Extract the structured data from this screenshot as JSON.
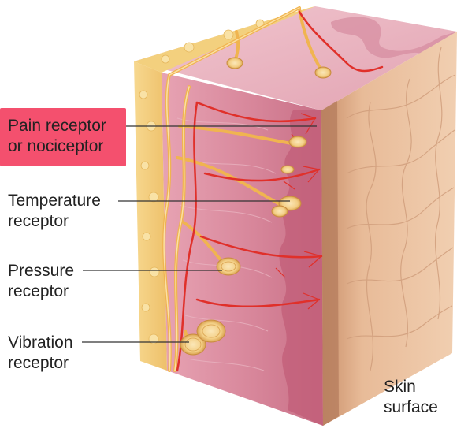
{
  "diagram": {
    "labels": {
      "pain": [
        "Pain receptor",
        "or nociceptor"
      ],
      "temperature": [
        "Temperature",
        "receptor"
      ],
      "pressure": [
        "Pressure",
        "receptor"
      ],
      "vibration": [
        "Vibration",
        "receptor"
      ],
      "skin_surface": [
        "Skin",
        "surface"
      ]
    },
    "highlight_color": "#f4506e",
    "colors": {
      "fat": "#f2c877",
      "dermis": "#d9849a",
      "dermis_light": "#e9b0bd",
      "epidermis": "#e2b48f",
      "nerve": "#f0b450",
      "vessel": "#e0302a",
      "leader_line": "#333333"
    }
  }
}
